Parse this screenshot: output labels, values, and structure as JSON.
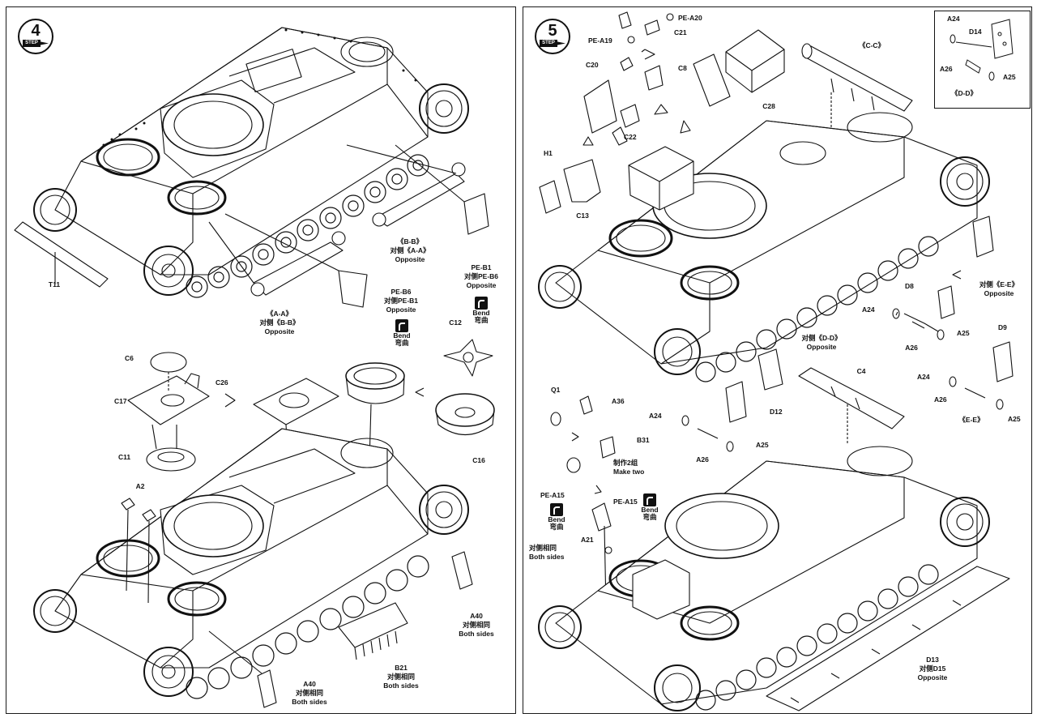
{
  "steps": [
    {
      "number": "4",
      "step_word": "STEP",
      "labels": {
        "t11": "T11",
        "aa_title": "《A-A》",
        "aa_opposite_cn": "对侧《B-B》",
        "aa_opposite_en": "Opposite",
        "bb_title": "《B-B》",
        "bb_opposite_cn": "对侧《A-A》",
        "bb_opposite_en": "Opposite",
        "peb6": "PE-B6",
        "peb6_opposite_cn": "对侧PE-B1",
        "peb6_opposite_en": "Opposite",
        "peb1": "PE-B1",
        "peb1_opposite_cn": "对侧PE-B6",
        "peb1_opposite_en": "Opposite",
        "c6": "C6",
        "c26": "C26",
        "c17": "C17",
        "c11": "C11",
        "c12": "C12",
        "c16": "C16",
        "a2": "A2",
        "b21": "B21",
        "b21_cn": "对侧相同",
        "b21_en": "Both sides",
        "a40_right": "A40",
        "a40_right_cn": "对侧相同",
        "a40_right_en": "Both sides",
        "a40_bottom": "A40",
        "a40_bottom_cn": "对侧相同",
        "a40_bottom_en": "Both sides"
      },
      "bends": [
        {
          "en": "Bend",
          "cn": "弯曲"
        },
        {
          "en": "Bend",
          "cn": "弯曲"
        }
      ]
    },
    {
      "number": "5",
      "step_word": "STEP",
      "labels": {
        "pea20": "PE-A20",
        "pea19": "PE-A19",
        "c21": "C21",
        "c20": "C20",
        "c8": "C8",
        "c28": "C28",
        "cc": "《C-C》",
        "c22": "C22",
        "h1": "H1",
        "c13": "C13",
        "ee_opposite_cn": "对侧《E-E》",
        "ee_opposite_en": "Opposite",
        "d8": "D8",
        "a24_1": "A24",
        "a25_1": "A25",
        "a26_1": "A26",
        "dd_opposite_cn": "对侧《D-D》",
        "dd_opposite_en": "Opposite",
        "d9": "D9",
        "a24_2": "A24",
        "a26_2": "A26",
        "a25_2": "A25",
        "ee_title": "《E-E》",
        "q1": "Q1",
        "a36": "A36",
        "c4": "C4",
        "d12": "D12",
        "a24_3": "A24",
        "a25_3": "A25",
        "a26_3": "A26",
        "b31": "B31",
        "make_two_cn": "制作2组",
        "make_two_en": "Make two",
        "pea15_left": "PE-A15",
        "pea15_right": "PE-A15",
        "a21": "A21",
        "both_sides_cn": "对侧相同",
        "both_sides_en": "Both sides",
        "d13": "D13",
        "d13_opposite_cn": "对侧D15",
        "d13_opposite_en": "Opposite"
      },
      "inset": {
        "a24": "A24",
        "d14": "D14",
        "a26": "A26",
        "a25": "A25",
        "title": "《D-D》"
      },
      "bends": [
        {
          "en": "Bend",
          "cn": "弯曲"
        },
        {
          "en": "Bend",
          "cn": "弯曲"
        }
      ]
    }
  ]
}
